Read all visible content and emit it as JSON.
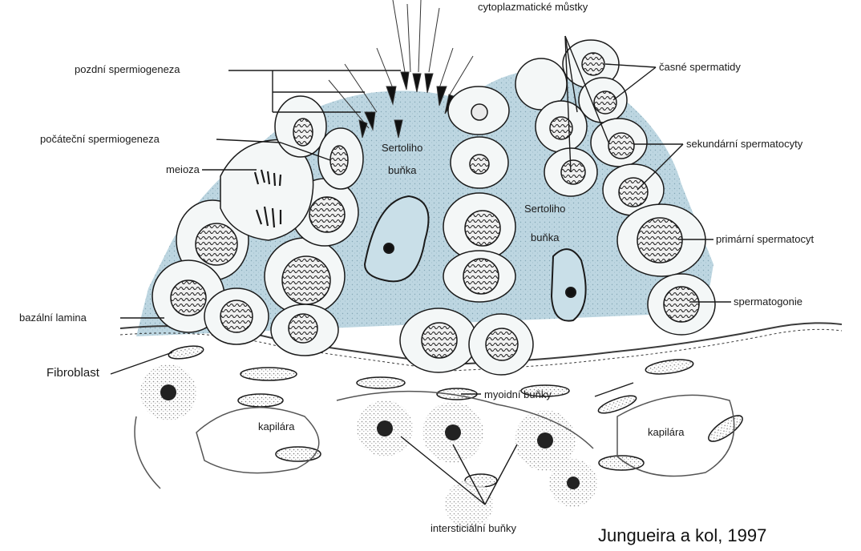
{
  "labels": {
    "cytoplasmic_bridges": "cytoplazmatické můstky",
    "late_spermiogenesis": "pozdní spermiogeneza",
    "early_spermatids": "časné spermatidy",
    "initial_spermiogenesis": "počáteční spermiogeneza",
    "meiosis": "meioza",
    "secondary_spermatocytes": "sekundární spermatocyty",
    "sertoli_left_line1": "Sertoliho",
    "sertoli_left_line2": "buňka",
    "sertoli_right_line1": "Sertoliho",
    "sertoli_right_line2": "buňka",
    "primary_spermatocyte": "primární spermatocyt",
    "spermatogonia": "spermatogonie",
    "basal_lamina": "bazální lamina",
    "fibroblast": "Fibroblast",
    "myoid_cells": "myoidní buňky",
    "capillary_left": "kapilára",
    "capillary_right": "kapilára",
    "interstitial_cells": "intersticiální buňky"
  },
  "credit": "Jungueira a kol, 1997",
  "colors": {
    "sertoli_fill": "#b7d3df",
    "ink": "#1a1a1a",
    "cell_fill": "#f4f7f7",
    "nucleus_fill": "#eaeaea"
  }
}
